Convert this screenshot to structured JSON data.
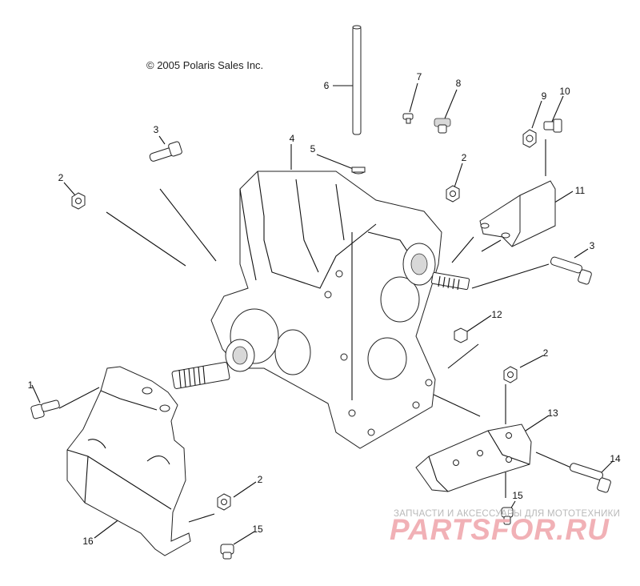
{
  "copyright": "© 2005 Polaris Sales Inc.",
  "callouts": [
    {
      "id": "c6",
      "label": "6"
    },
    {
      "id": "c7",
      "label": "7"
    },
    {
      "id": "c8",
      "label": "8"
    },
    {
      "id": "c9",
      "label": "9"
    },
    {
      "id": "c10",
      "label": "10"
    },
    {
      "id": "c3a",
      "label": "3"
    },
    {
      "id": "c4",
      "label": "4"
    },
    {
      "id": "c5",
      "label": "5"
    },
    {
      "id": "c2a",
      "label": "2"
    },
    {
      "id": "c2b",
      "label": "2"
    },
    {
      "id": "c11",
      "label": "11"
    },
    {
      "id": "c3b",
      "label": "3"
    },
    {
      "id": "c12",
      "label": "12"
    },
    {
      "id": "c2c",
      "label": "2"
    },
    {
      "id": "c1",
      "label": "1"
    },
    {
      "id": "c13",
      "label": "13"
    },
    {
      "id": "c14",
      "label": "14"
    },
    {
      "id": "c15a",
      "label": "15"
    },
    {
      "id": "c2d",
      "label": "2"
    },
    {
      "id": "c15b",
      "label": "15"
    },
    {
      "id": "c16",
      "label": "16"
    }
  ],
  "watermark": {
    "subtitle": "ЗАПЧАСТИ И АКСЕССУАРЫ ДЛЯ МОТОТЕХНИКИ",
    "brand": "PARTSFOR.RU"
  }
}
